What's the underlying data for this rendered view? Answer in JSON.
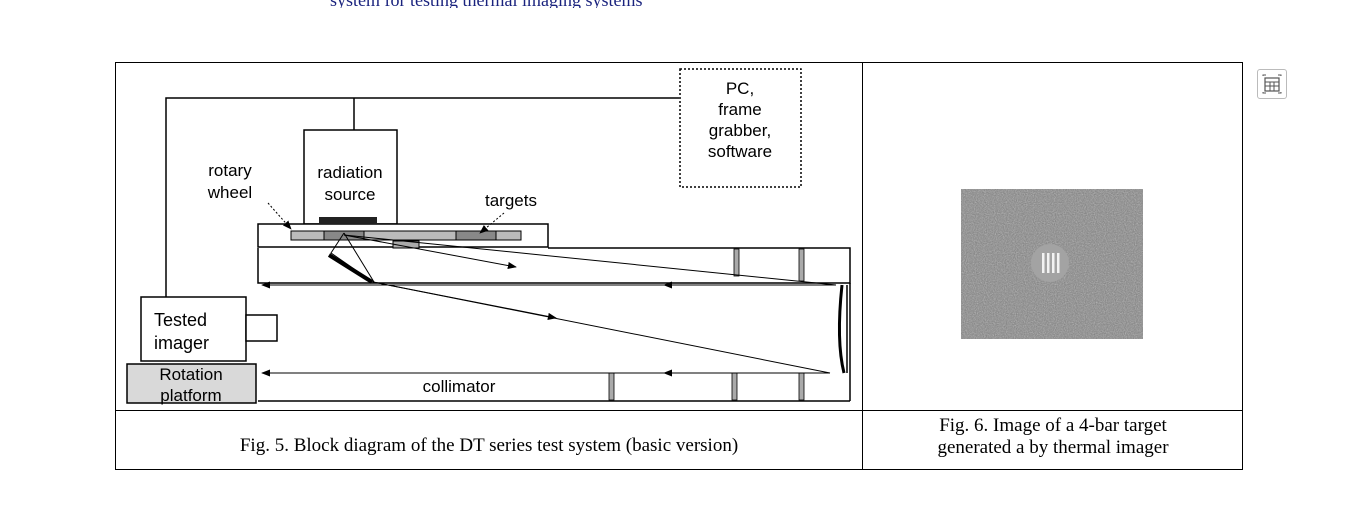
{
  "top_text": "system for testing thermal imaging systems",
  "fig5": {
    "caption": "Fig. 5. Block diagram of the DT series test system  (basic version)",
    "labels": {
      "pc_line1": "PC,",
      "pc_line2": "frame",
      "pc_line3": "grabber,",
      "pc_line4": "software",
      "rotary_line1": "rotary",
      "rotary_line2": "wheel",
      "radiation_line1": "radiation",
      "radiation_line2": "source",
      "targets": "targets",
      "tested_line1": "Tested",
      "tested_line2": "imager",
      "rotation_line1": "Rotation",
      "rotation_line2": "platform",
      "collimator": "collimator"
    }
  },
  "fig6": {
    "caption_line1": "Fig. 6. Image of a 4-bar target",
    "caption_line2": "generated a by thermal imager"
  },
  "toolbar": {
    "icon": "table-icon"
  }
}
